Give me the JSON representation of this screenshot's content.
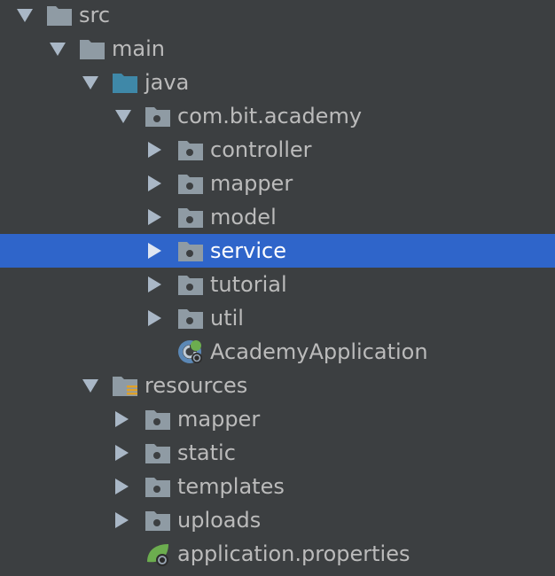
{
  "theme": {
    "background": "#3c3f41",
    "selection": "#2f65ca",
    "folder": "#8f9ba4",
    "source_folder": "#3f88a8",
    "resources_marker": "#e0a128",
    "spring_green": "#6cad4f"
  },
  "tree": {
    "items": [
      {
        "label": "src",
        "icon": "folder-icon",
        "state": "expanded",
        "depth": 0
      },
      {
        "label": "main",
        "icon": "folder-icon",
        "state": "expanded",
        "depth": 1
      },
      {
        "label": "java",
        "icon": "source-folder-icon",
        "state": "expanded",
        "depth": 2
      },
      {
        "label": "com.bit.academy",
        "icon": "package-icon",
        "state": "expanded",
        "depth": 3
      },
      {
        "label": "controller",
        "icon": "package-icon",
        "state": "collapsed",
        "depth": 4
      },
      {
        "label": "mapper",
        "icon": "package-icon",
        "state": "collapsed",
        "depth": 4
      },
      {
        "label": "model",
        "icon": "package-icon",
        "state": "collapsed",
        "depth": 4
      },
      {
        "label": "service",
        "icon": "package-icon",
        "state": "collapsed",
        "depth": 4,
        "selected": true
      },
      {
        "label": "tutorial",
        "icon": "package-icon",
        "state": "collapsed",
        "depth": 4
      },
      {
        "label": "util",
        "icon": "package-icon",
        "state": "collapsed",
        "depth": 4
      },
      {
        "label": "AcademyApplication",
        "icon": "spring-boot-class-icon",
        "state": "leaf",
        "depth": 4
      },
      {
        "label": "resources",
        "icon": "resources-folder-icon",
        "state": "expanded",
        "depth": 2
      },
      {
        "label": "mapper",
        "icon": "package-icon",
        "state": "collapsed",
        "depth": 3
      },
      {
        "label": "static",
        "icon": "package-icon",
        "state": "collapsed",
        "depth": 3
      },
      {
        "label": "templates",
        "icon": "package-icon",
        "state": "collapsed",
        "depth": 3
      },
      {
        "label": "uploads",
        "icon": "package-icon",
        "state": "collapsed",
        "depth": 3
      },
      {
        "label": "application.properties",
        "icon": "spring-properties-icon",
        "state": "leaf",
        "depth": 3
      }
    ]
  }
}
